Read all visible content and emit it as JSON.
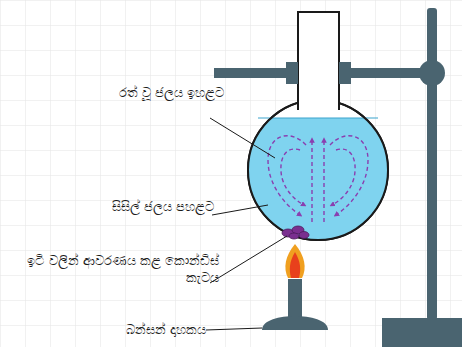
{
  "diagram": {
    "labels": [
      "රත් වූ ජලය ඉහළට",
      "සිසිල් ජලය පහළට",
      "ඉටි වලින් ආවරණය කළ කොන්ඩිස් කැටය",
      "බන්සන් දාහකය"
    ]
  }
}
